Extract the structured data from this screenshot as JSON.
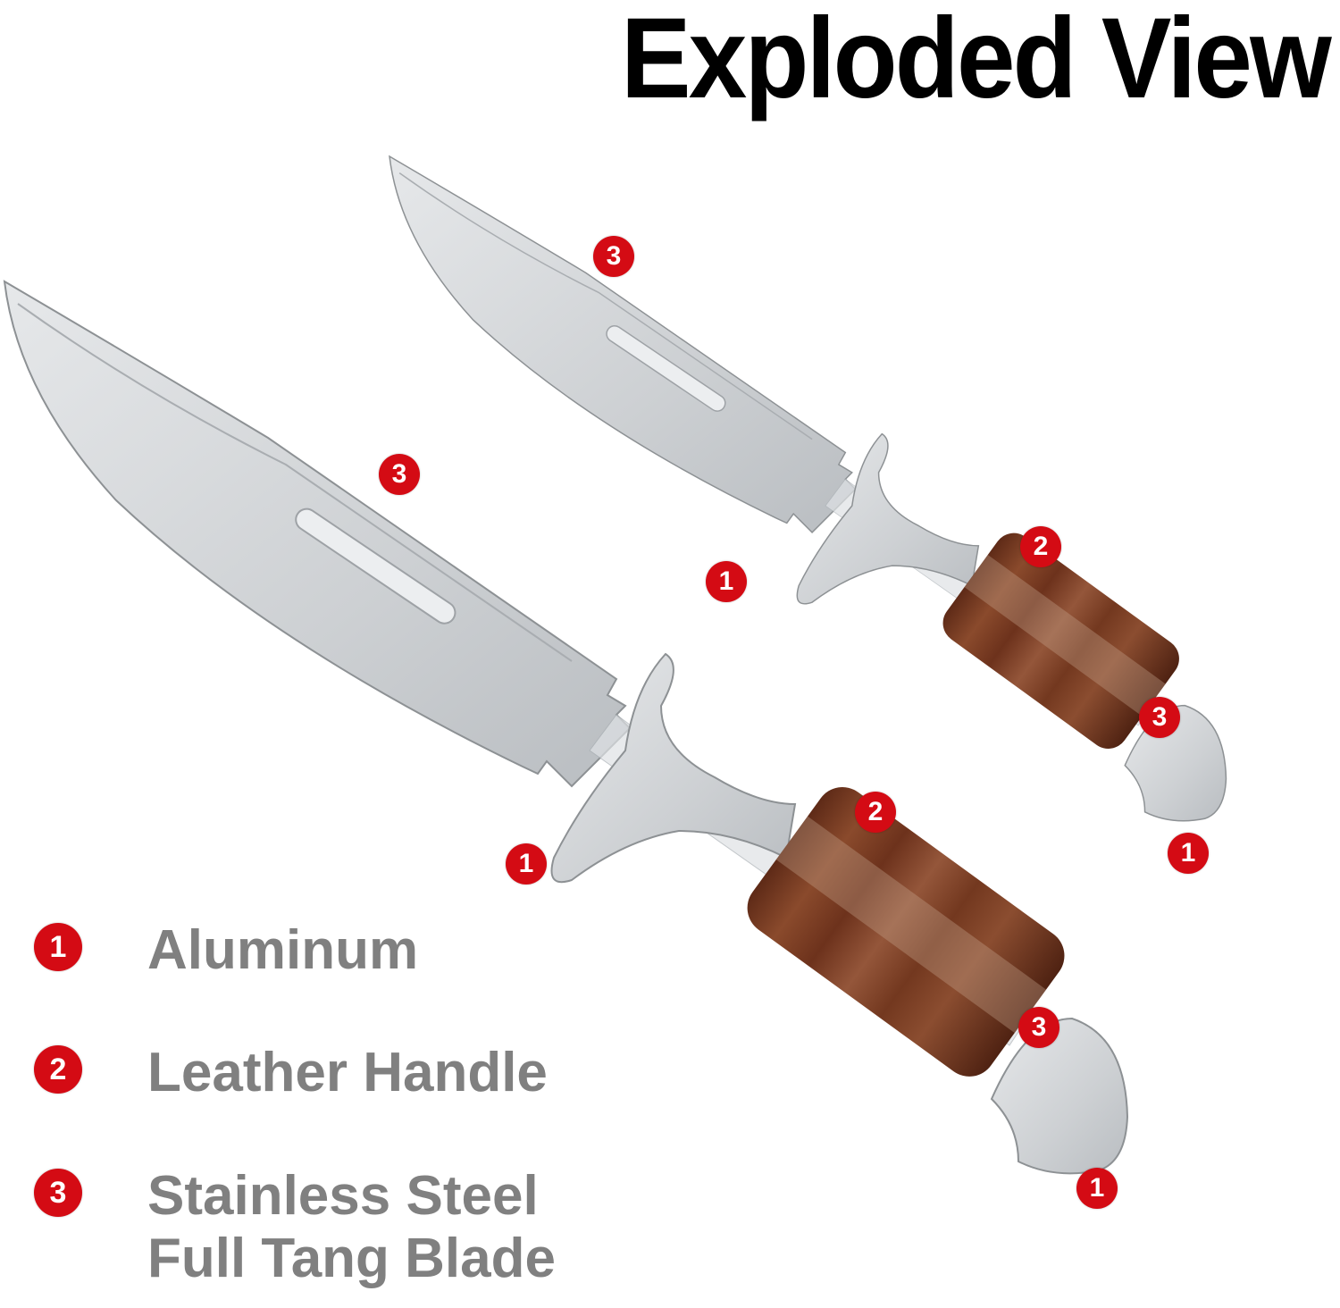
{
  "title": "Exploded View",
  "colors": {
    "marker": "#d40b14",
    "legend_text": "#808080",
    "leather": "#7a3b22",
    "steel": "#cfd2d5"
  },
  "markers": {
    "large_blade": "3",
    "large_guard": "1",
    "large_handle": "2",
    "large_tang": "3",
    "large_pommel": "1",
    "small_blade": "3",
    "small_guard": "1",
    "small_handle": "2",
    "small_tang": "3",
    "small_pommel": "1"
  },
  "legend": [
    {
      "number": "1",
      "text": "Aluminum"
    },
    {
      "number": "2",
      "text": "Leather Handle"
    },
    {
      "number": "3",
      "text": "Stainless Steel",
      "text2": "Full Tang Blade"
    }
  ]
}
